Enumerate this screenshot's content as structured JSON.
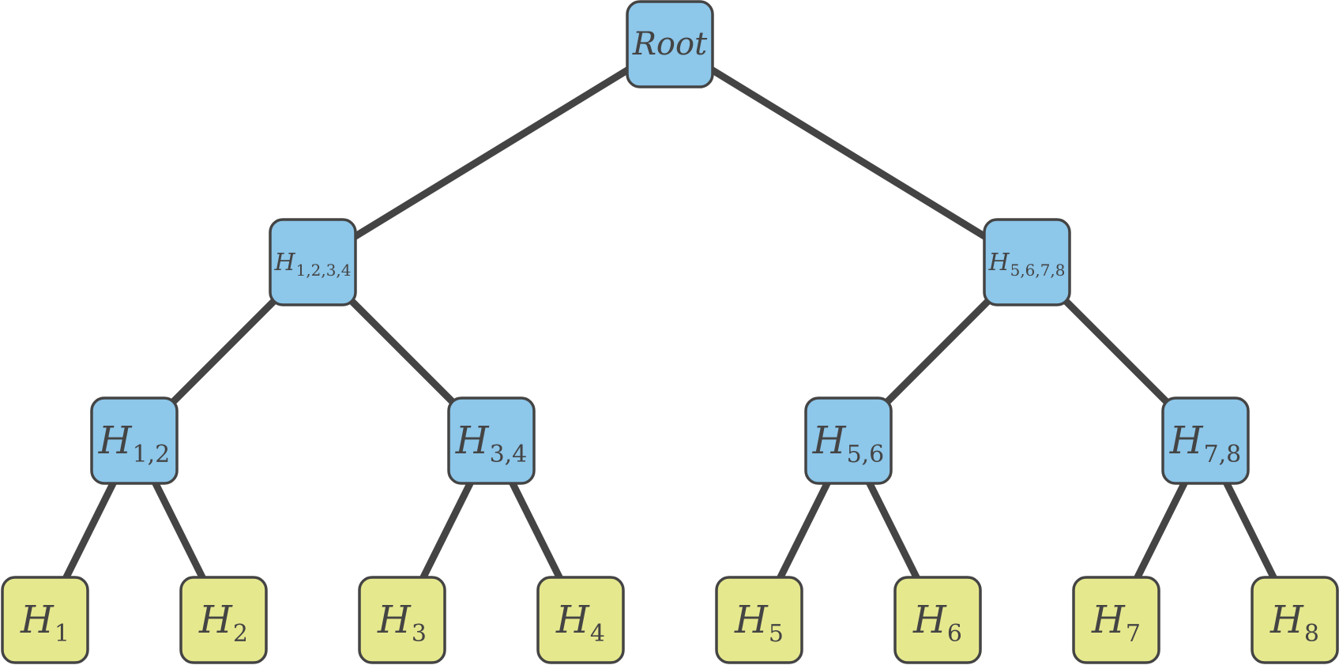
{
  "colors": {
    "internal": "#8dc7ea",
    "leaf": "#e6e88e",
    "stroke": "#444444",
    "background": "#ffffff"
  },
  "tree": {
    "label": "Root",
    "sub": "",
    "kind": "internal",
    "children": [
      {
        "label": "H",
        "sub": "1,2,3,4",
        "kind": "internal",
        "children": [
          {
            "label": "H",
            "sub": "1,2",
            "kind": "internal",
            "children": [
              {
                "label": "H",
                "sub": "1",
                "kind": "leaf"
              },
              {
                "label": "H",
                "sub": "2",
                "kind": "leaf"
              }
            ]
          },
          {
            "label": "H",
            "sub": "3,4",
            "kind": "internal",
            "children": [
              {
                "label": "H",
                "sub": "3",
                "kind": "leaf"
              },
              {
                "label": "H",
                "sub": "4",
                "kind": "leaf"
              }
            ]
          }
        ]
      },
      {
        "label": "H",
        "sub": "5,6,7,8",
        "kind": "internal",
        "children": [
          {
            "label": "H",
            "sub": "5,6",
            "kind": "internal",
            "children": [
              {
                "label": "H",
                "sub": "5",
                "kind": "leaf"
              },
              {
                "label": "H",
                "sub": "6",
                "kind": "leaf"
              }
            ]
          },
          {
            "label": "H",
            "sub": "7,8",
            "kind": "internal",
            "children": [
              {
                "label": "H",
                "sub": "7",
                "kind": "leaf"
              },
              {
                "label": "H",
                "sub": "8",
                "kind": "leaf"
              }
            ]
          }
        ]
      }
    ]
  }
}
